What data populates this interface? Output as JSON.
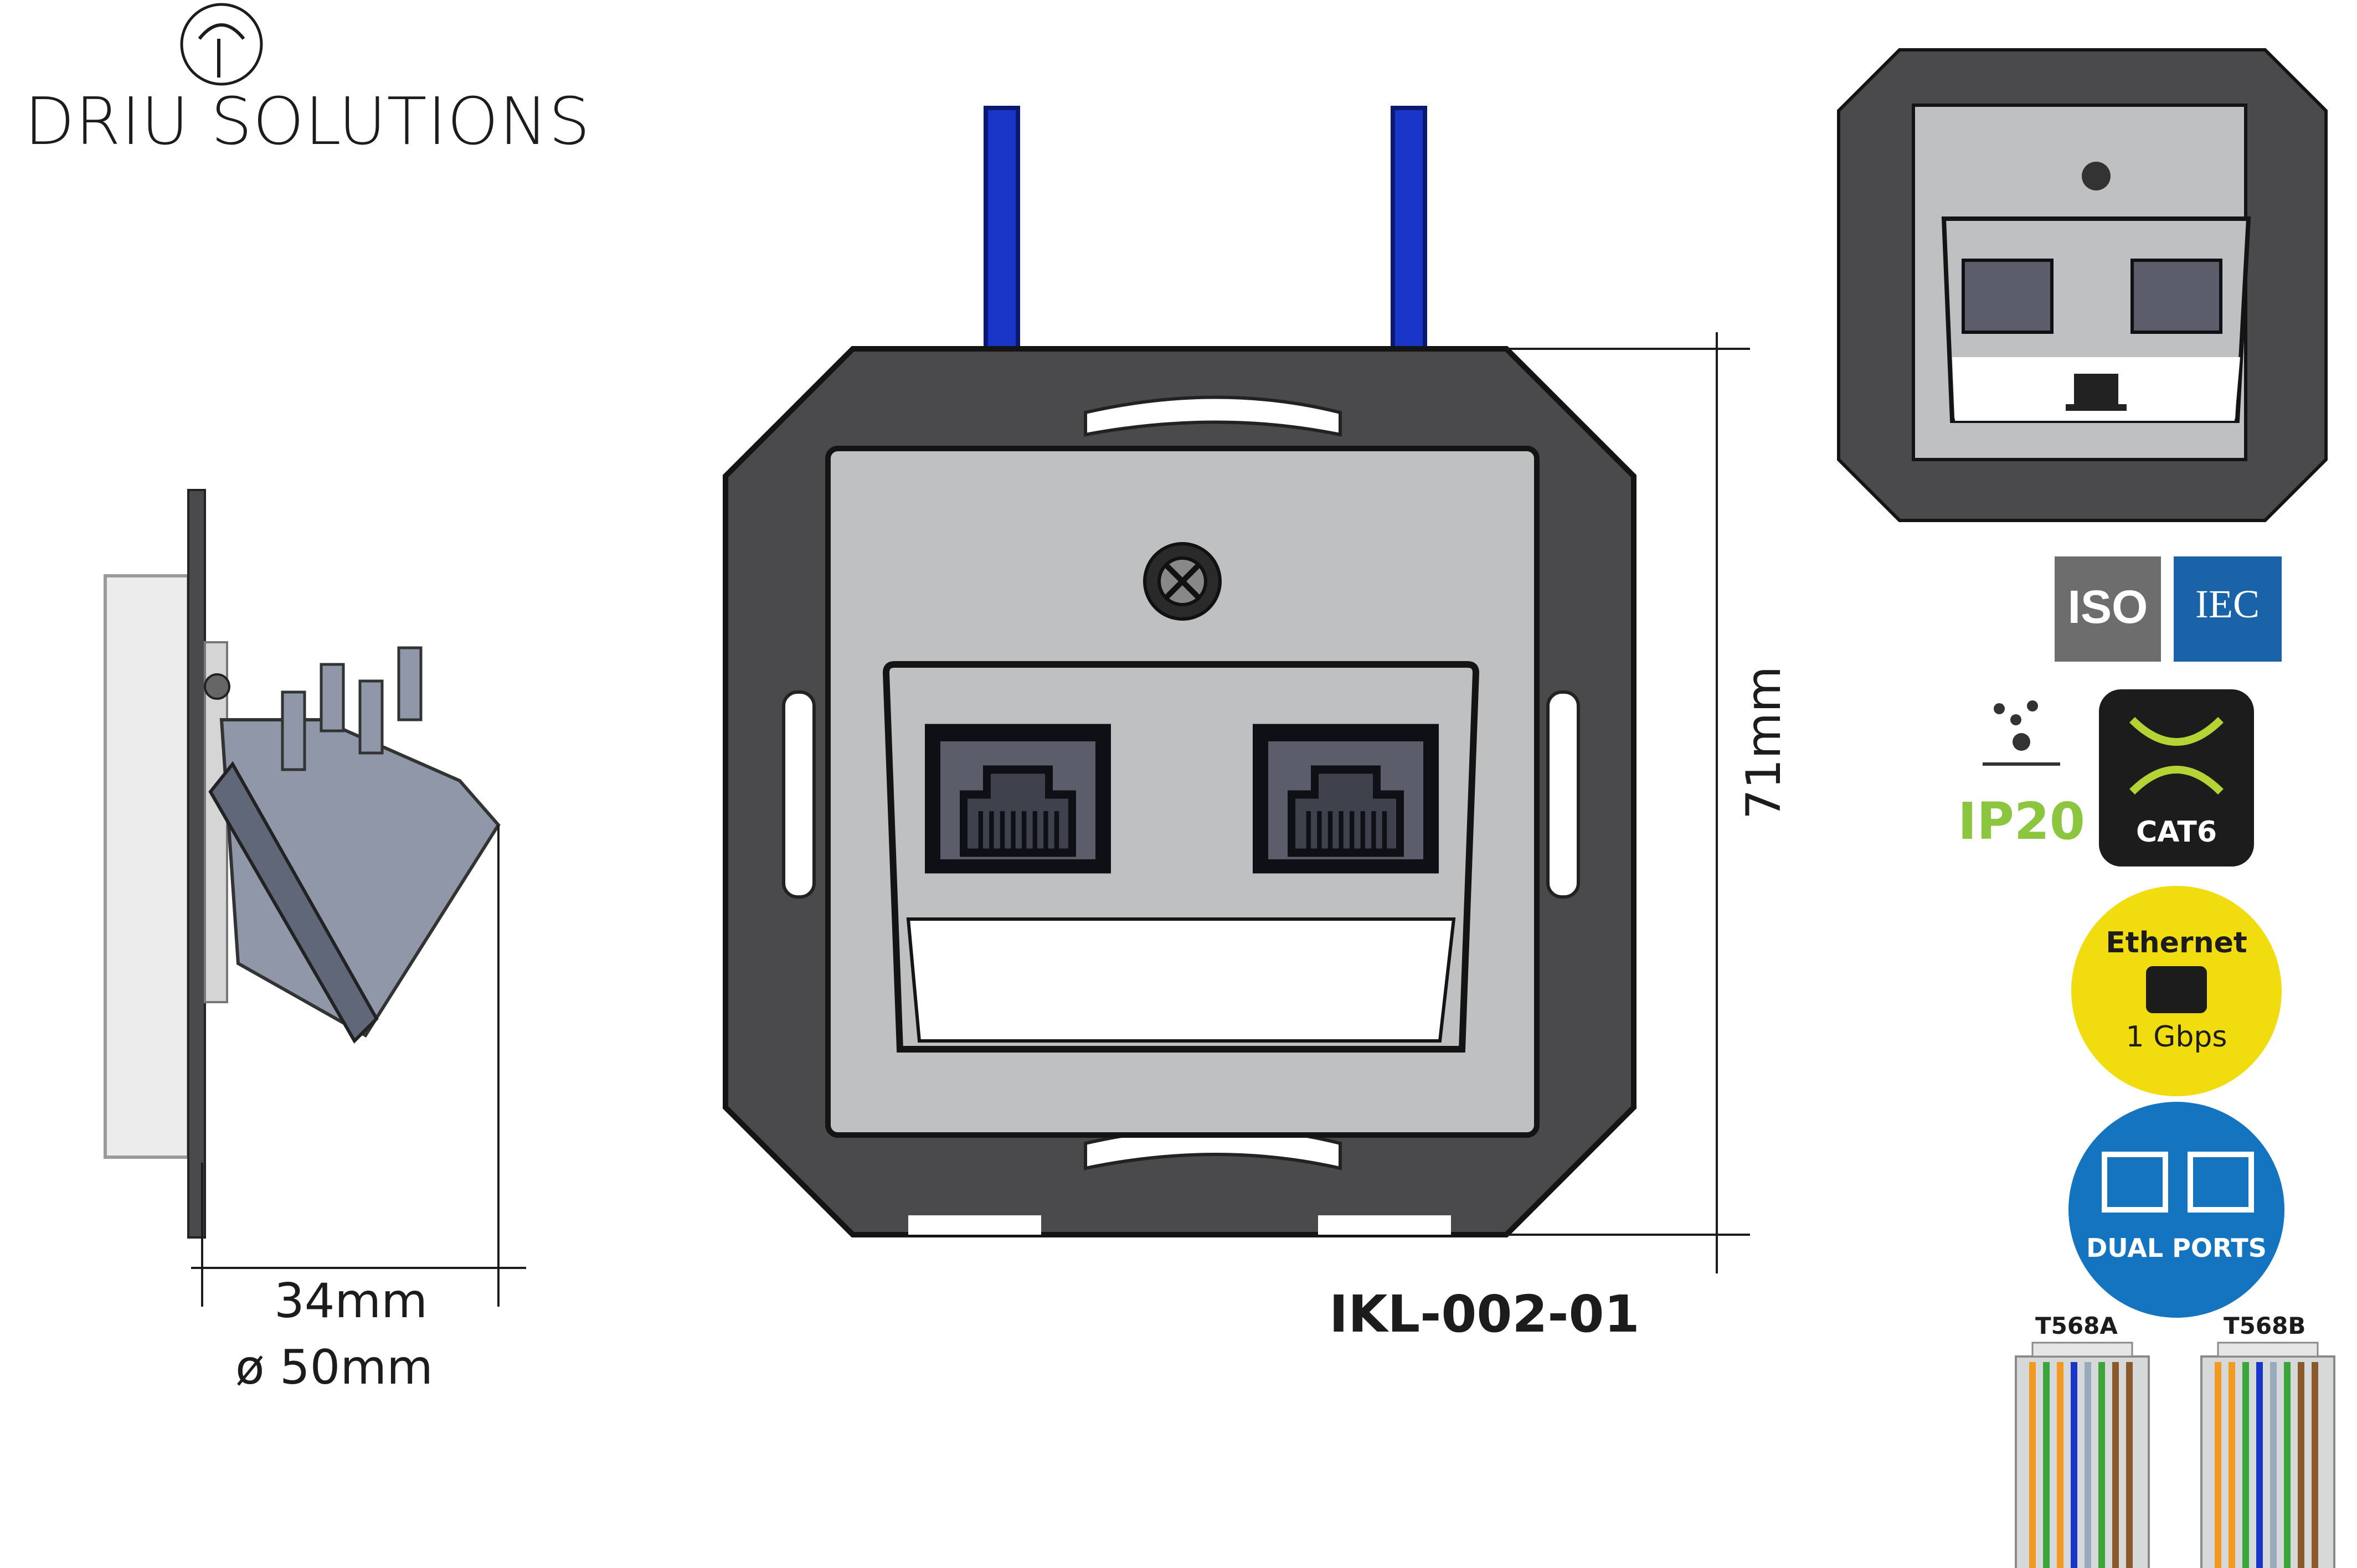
{
  "brand": {
    "name": "DRIU SOLUTIONS"
  },
  "dimensions": {
    "depth": "34mm",
    "diameter": "ø 50mm",
    "height": "71mm"
  },
  "product": {
    "model": "IKL-002-01"
  },
  "badges": {
    "iso": "ISO",
    "iec": "IEC",
    "ip": "IP20",
    "cat": "CAT6",
    "ethernet_title": "Ethernet",
    "ethernet_speed": "1 Gbps",
    "dual": "DUAL PORTS"
  },
  "wiring": {
    "a_label": "T568A",
    "b_label": "T568B"
  },
  "colors": {
    "frame": "#4a4a4c",
    "plate": "#bfc0c2",
    "cable": "#1a36c8",
    "port": "#5b5d6a",
    "ethernet_badge": "#f1dd0f",
    "dual_badge": "#1474c0",
    "iec_blue": "#1a63a8",
    "ip_green": "#8cc63f",
    "cat_green": "#b5d335"
  },
  "icons": [
    "logo-bulb-icon",
    "screw-icon",
    "rj45-port-icon",
    "laptop-icon",
    "water-drops-icon",
    "ethernet-port-icon"
  ]
}
